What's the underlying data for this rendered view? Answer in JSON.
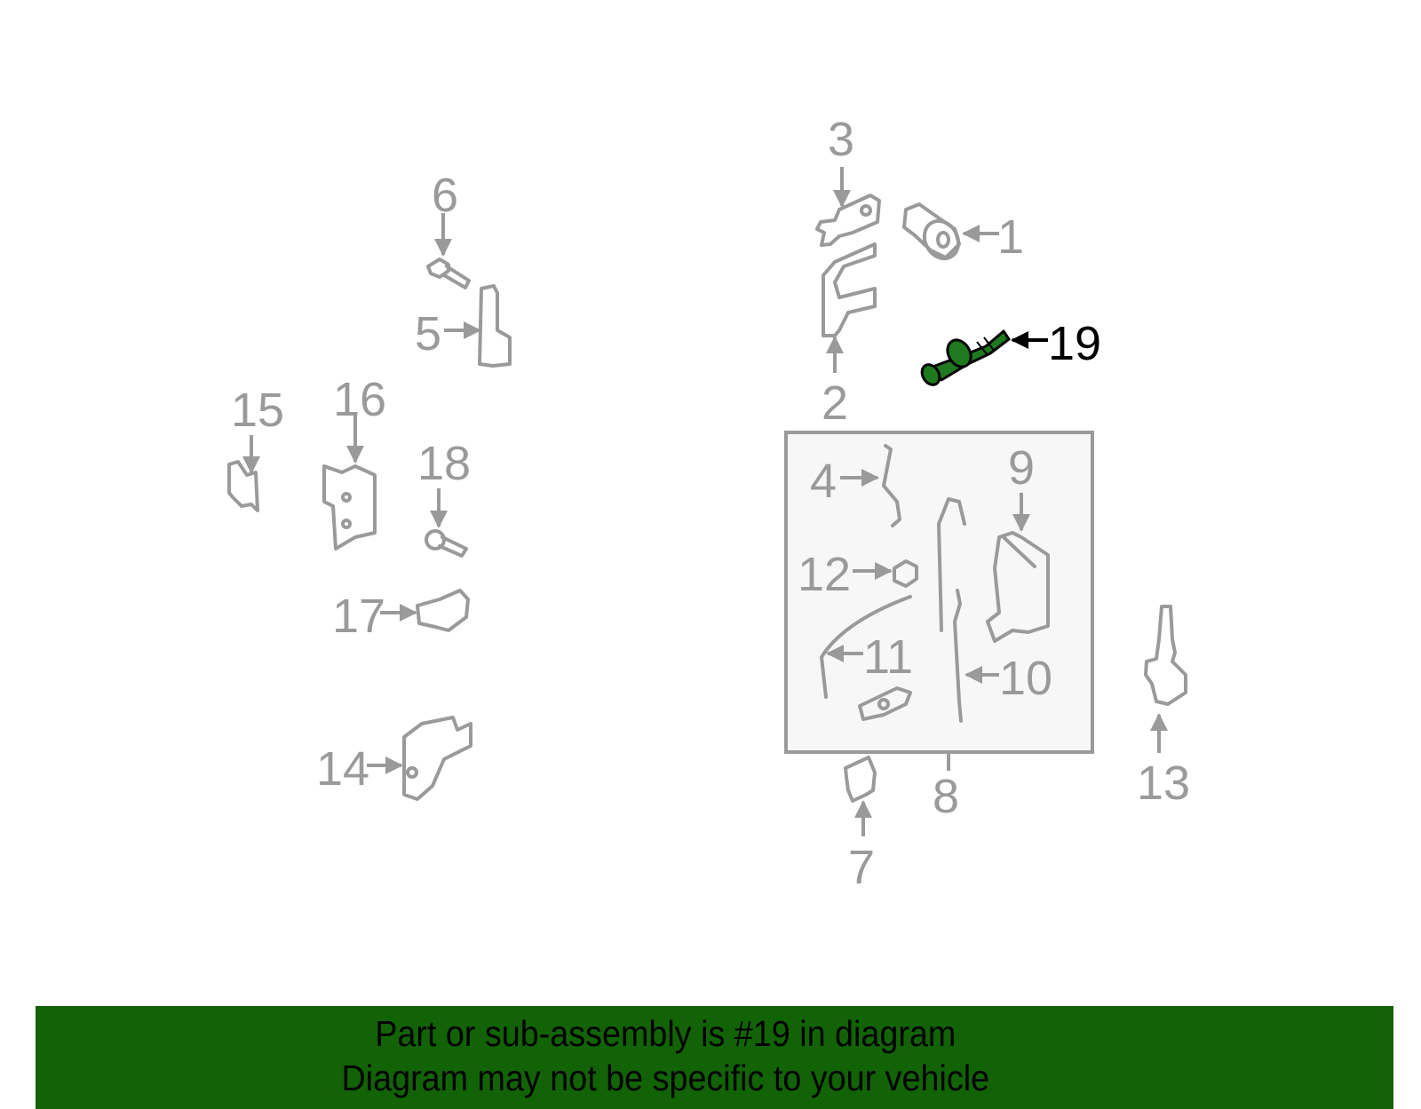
{
  "diagram": {
    "highlight_color": "#1f7a1f",
    "part_color": "#9a9a9a",
    "highlighted_part": "19",
    "callouts": [
      {
        "id": "1",
        "label": "1"
      },
      {
        "id": "2",
        "label": "2"
      },
      {
        "id": "3",
        "label": "3"
      },
      {
        "id": "4",
        "label": "4"
      },
      {
        "id": "5",
        "label": "5"
      },
      {
        "id": "6",
        "label": "6"
      },
      {
        "id": "7",
        "label": "7"
      },
      {
        "id": "8",
        "label": "8"
      },
      {
        "id": "9",
        "label": "9"
      },
      {
        "id": "10",
        "label": "10"
      },
      {
        "id": "11",
        "label": "11"
      },
      {
        "id": "12",
        "label": "12"
      },
      {
        "id": "13",
        "label": "13"
      },
      {
        "id": "14",
        "label": "14"
      },
      {
        "id": "15",
        "label": "15"
      },
      {
        "id": "16",
        "label": "16"
      },
      {
        "id": "17",
        "label": "17"
      },
      {
        "id": "18",
        "label": "18"
      },
      {
        "id": "19",
        "label": "19"
      }
    ]
  },
  "banner": {
    "color": "#126306",
    "line1": "Part or sub-assembly is #19 in diagram",
    "line2": "Diagram may not be specific to your vehicle"
  }
}
